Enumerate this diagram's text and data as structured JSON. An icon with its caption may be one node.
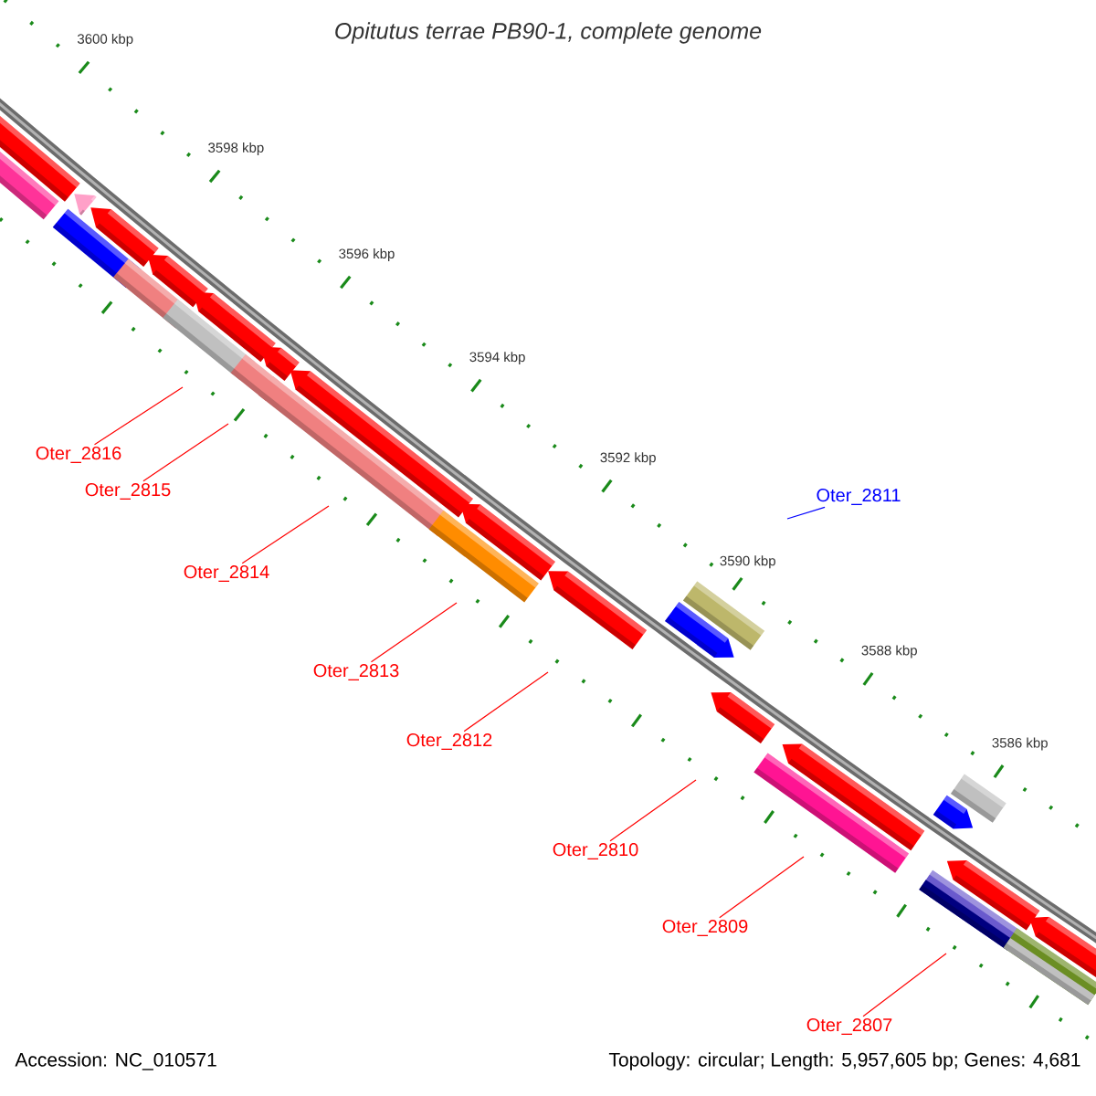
{
  "diagram": {
    "title": "Opitutus terrae PB90-1, complete genome",
    "nodes": [
      {
        "text": [
          "Oter_2816"
        ]
      },
      {
        "text": [
          "Oter_2815"
        ]
      },
      {
        "text": [
          "Oter_2811"
        ]
      },
      {
        "text": [
          "Oter_2814"
        ]
      },
      {
        "text": [
          "Oter_2813"
        ]
      },
      {
        "text": [
          "Oter_2812"
        ]
      },
      {
        "text": [
          "Oter_2810"
        ]
      },
      {
        "text": [
          "Oter_2809"
        ]
      },
      {
        "text": [
          "Oter_2807"
        ]
      }
    ],
    "edges": [
      {
        "from": 0,
        "to": null,
        "arrow": "none"
      },
      {
        "from": 1,
        "to": null,
        "arrow": "none"
      },
      {
        "from": 2,
        "to": null,
        "arrow": "none",
        "color": "#0000ff"
      },
      {
        "from": 3,
        "to": null,
        "arrow": "none"
      },
      {
        "from": 4,
        "to": null,
        "arrow": "none"
      },
      {
        "from": 5,
        "to": null,
        "arrow": "none"
      },
      {
        "from": 6,
        "to": null,
        "arrow": "none"
      },
      {
        "from": 7,
        "to": null,
        "arrow": "none"
      },
      {
        "from": 8,
        "to": null,
        "arrow": "none"
      }
    ],
    "labels": [
      "3600 kbp",
      "3598 kbp",
      "3596 kbp",
      "3594 kbp",
      "3592 kbp",
      "3590 kbp",
      "3588 kbp",
      "3586 kbp",
      "Accession: NC_010571",
      "Topology: circular; Length: 5,957,605 bp; Genes: 4,681"
    ]
  }
}
